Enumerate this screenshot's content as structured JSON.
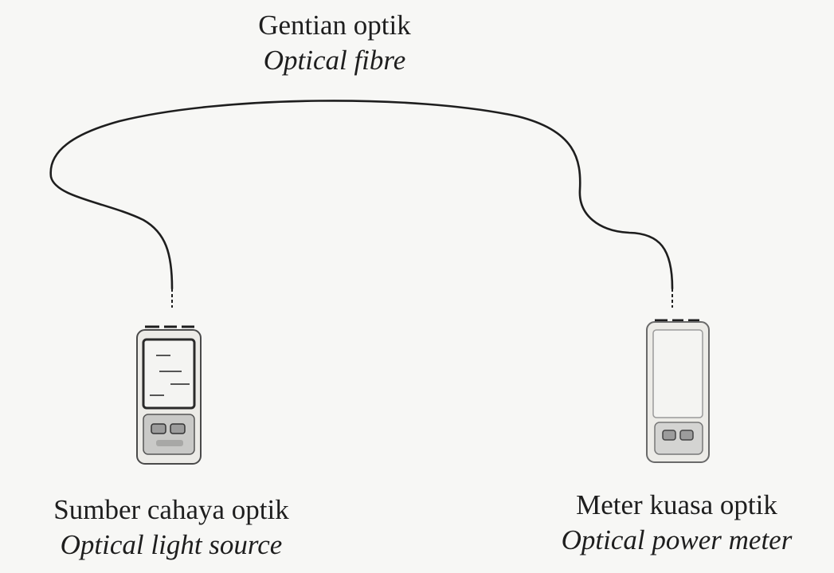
{
  "fibre": {
    "label_ms": "Gentian optik",
    "label_en": "Optical fibre"
  },
  "light_source": {
    "label_ms": "Sumber cahaya optik",
    "label_en": "Optical light source"
  },
  "power_meter": {
    "label_ms": "Meter kuasa optik",
    "label_en": "Optical power meter"
  },
  "colors": {
    "background": "#f7f7f5",
    "line": "#1e1e1e",
    "device_body": "#ecebe7",
    "screen": "#f4f4f2",
    "buttons": "#9c9c9c"
  }
}
